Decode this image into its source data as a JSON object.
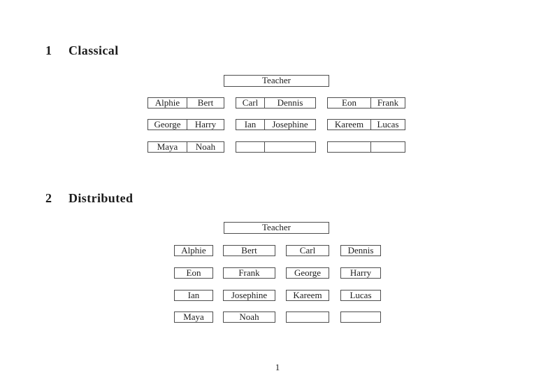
{
  "page": {
    "number": "1"
  },
  "colors": {
    "border": "#4d4d4d",
    "text": "#1c1c1c",
    "background": "#ffffff"
  },
  "classical": {
    "heading_number": "1",
    "heading_title": "Classical",
    "teacher_label": "Teacher",
    "rows": [
      {
        "desks": [
          {
            "seats": [
              "Alphie",
              "Bert"
            ]
          },
          {
            "seats": [
              "Carl",
              "Dennis"
            ]
          },
          {
            "seats": [
              "Eon",
              "Frank"
            ]
          }
        ]
      },
      {
        "desks": [
          {
            "seats": [
              "George",
              "Harry"
            ]
          },
          {
            "seats": [
              "Ian",
              "Josephine"
            ]
          },
          {
            "seats": [
              "Kareem",
              "Lucas"
            ]
          }
        ]
      },
      {
        "desks": [
          {
            "seats": [
              "Maya",
              "Noah"
            ]
          },
          {
            "seats": [
              "",
              ""
            ]
          },
          {
            "seats": [
              "",
              ""
            ]
          }
        ]
      }
    ]
  },
  "distributed": {
    "heading_number": "2",
    "heading_title": "Distributed",
    "teacher_label": "Teacher",
    "rows": [
      {
        "desks": [
          "Alphie",
          "Bert",
          "Carl",
          "Dennis"
        ]
      },
      {
        "desks": [
          "Eon",
          "Frank",
          "George",
          "Harry"
        ]
      },
      {
        "desks": [
          "Ian",
          "Josephine",
          "Kareem",
          "Lucas"
        ]
      },
      {
        "desks": [
          "Maya",
          "Noah",
          "",
          ""
        ]
      }
    ]
  }
}
